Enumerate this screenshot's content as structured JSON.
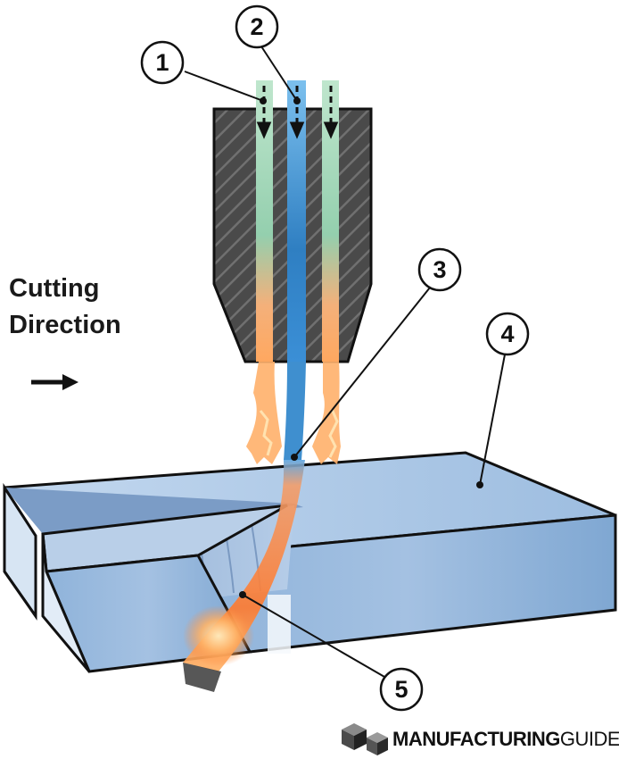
{
  "direction_label": {
    "line1": "Cutting",
    "line2": "Direction"
  },
  "callouts": [
    "1",
    "2",
    "3",
    "4",
    "5"
  ],
  "logo": {
    "bold": "MANUFACTURING",
    "regular": "GUIDE"
  },
  "colors": {
    "nozzle": "#4b4b4b",
    "water_jet": "#3f8fcf",
    "gas_stream": "#9ed3b4",
    "laser_glow": "#ff8a3c",
    "workpiece_top": "#a9c6e4",
    "workpiece_front": "#7fa7d2",
    "workpiece_left": "#c9dbee"
  }
}
